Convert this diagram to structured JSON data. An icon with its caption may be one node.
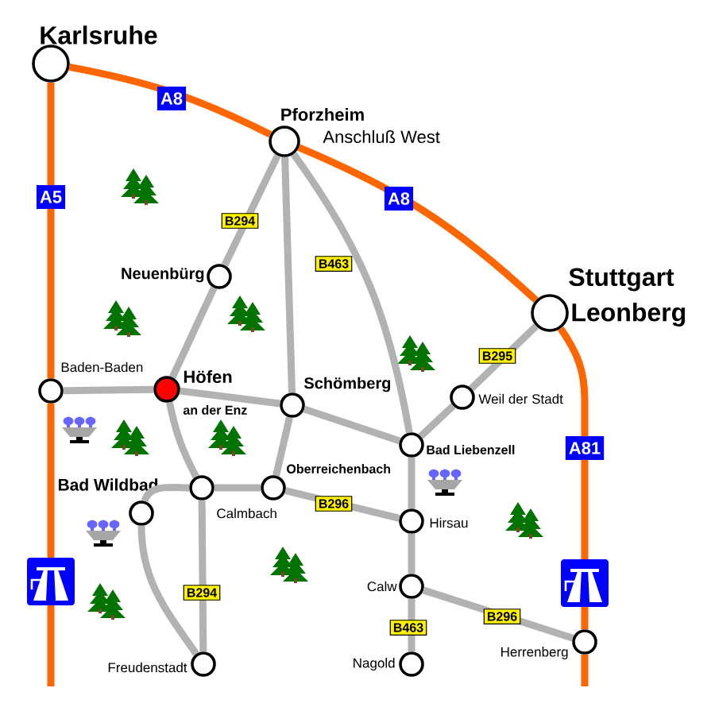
{
  "diagram": {
    "nodes": [
      {
        "text": [
          "Karlsruhe"
        ]
      },
      {
        "text": [
          "Pforzheim",
          "Anschluß West"
        ]
      },
      {
        "text": [
          "Stuttgart",
          "Leonberg"
        ]
      },
      {
        "text": [
          "Neuenbürg"
        ]
      },
      {
        "text": [
          "Baden-Baden"
        ]
      },
      {
        "text": [
          "Höfen",
          "an der Enz"
        ]
      },
      {
        "text": [
          "Schömberg"
        ]
      },
      {
        "text": [
          "Weil der Stadt"
        ]
      },
      {
        "text": [
          "Bad Liebenzell"
        ]
      },
      {
        "text": [
          "Bad Wildbad"
        ]
      },
      {
        "text": [
          "Calmbach"
        ]
      },
      {
        "text": [
          "Oberreichenbach"
        ]
      },
      {
        "text": [
          "Hirsau"
        ]
      },
      {
        "text": [
          "Calw"
        ]
      },
      {
        "text": [
          "Freudenstadt"
        ]
      },
      {
        "text": [
          "Nagold"
        ]
      },
      {
        "text": [
          "Herrenberg"
        ]
      }
    ],
    "edges": [
      {
        "from": 0,
        "to": 1,
        "arrow": "none",
        "label": "A8",
        "color": "#ff6600"
      },
      {
        "from": 1,
        "to": 2,
        "arrow": "none",
        "label": "A8",
        "color": "#ff6600"
      },
      {
        "from": 0,
        "to": 4,
        "arrow": "none",
        "label": "A5",
        "color": "#ff6600"
      },
      {
        "from": 4,
        "to": null,
        "arrow": "none",
        "color": "#ff6600"
      },
      {
        "from": 2,
        "to": 16,
        "arrow": "none",
        "label": "A81",
        "color": "#ff6600"
      },
      {
        "from": 16,
        "to": null,
        "arrow": "none",
        "color": "#ff6600"
      },
      {
        "from": 1,
        "to": 3,
        "arrow": "none",
        "label": "B294"
      },
      {
        "from": 1,
        "to": 6,
        "arrow": "none"
      },
      {
        "from": 1,
        "to": 8,
        "arrow": "none",
        "label": "B463"
      },
      {
        "from": 3,
        "to": 5,
        "arrow": "none"
      },
      {
        "from": 4,
        "to": 5,
        "arrow": "none"
      },
      {
        "from": 5,
        "to": 6,
        "arrow": "none"
      },
      {
        "from": 6,
        "to": 8,
        "arrow": "none"
      },
      {
        "from": 2,
        "to": 7,
        "arrow": "none",
        "label": "B295"
      },
      {
        "from": 7,
        "to": 8,
        "arrow": "none"
      },
      {
        "from": 5,
        "to": 10,
        "arrow": "none"
      },
      {
        "from": 6,
        "to": 11,
        "arrow": "none"
      },
      {
        "from": 10,
        "to": 9,
        "arrow": "none"
      },
      {
        "from": 9,
        "to": 14,
        "arrow": "none"
      },
      {
        "from": 10,
        "to": 14,
        "arrow": "none",
        "label": "B294"
      },
      {
        "from": 10,
        "to": 11,
        "arrow": "none"
      },
      {
        "from": 11,
        "to": 12,
        "arrow": "none",
        "label": "B296"
      },
      {
        "from": 8,
        "to": 12,
        "arrow": "none"
      },
      {
        "from": 12,
        "to": 13,
        "arrow": "none"
      },
      {
        "from": 13,
        "to": 15,
        "arrow": "none",
        "label": "B463"
      },
      {
        "from": 13,
        "to": 16,
        "arrow": "none",
        "label": "B296"
      }
    ]
  }
}
